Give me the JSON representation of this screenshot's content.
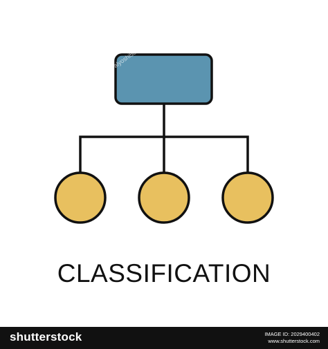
{
  "image": {
    "caption": "CLASSIFICATION",
    "watermark_user": "alyoshi587",
    "colors": {
      "background": "#ffffff",
      "parent_box": "#5b94b0",
      "child_circle": "#e8c05f",
      "stroke": "#111111",
      "footer_bar": "#111111"
    },
    "icon_names": [
      "hierarchy-parent-box",
      "hierarchy-child-circle"
    ]
  },
  "footer": {
    "logo": "shutterstock",
    "image_id_label": "IMAGE ID: 2029400402",
    "site": "www.shutterstock.com"
  }
}
